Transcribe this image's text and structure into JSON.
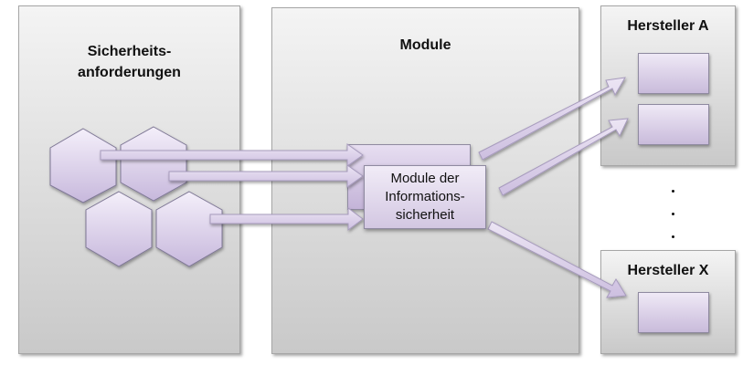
{
  "panels": {
    "left": {
      "title_line1": "Sicherheits-",
      "title_line2": "anforderungen"
    },
    "middle": {
      "title": "Module"
    },
    "vendor_a": {
      "title": "Hersteller A"
    },
    "vendor_x": {
      "title": "Hersteller X"
    }
  },
  "module_box": {
    "line1": "Module der",
    "line2": "Informations-",
    "line3": "sicherheit"
  },
  "colors": {
    "panel_gradient_top": "#f4f4f4",
    "panel_gradient_bottom": "#c9c9c9",
    "lavender_light": "#efe9f6",
    "lavender_dark": "#c9bbdb",
    "arrow_fill": "#ddd3e9",
    "arrow_stroke": "#a79bbd"
  }
}
